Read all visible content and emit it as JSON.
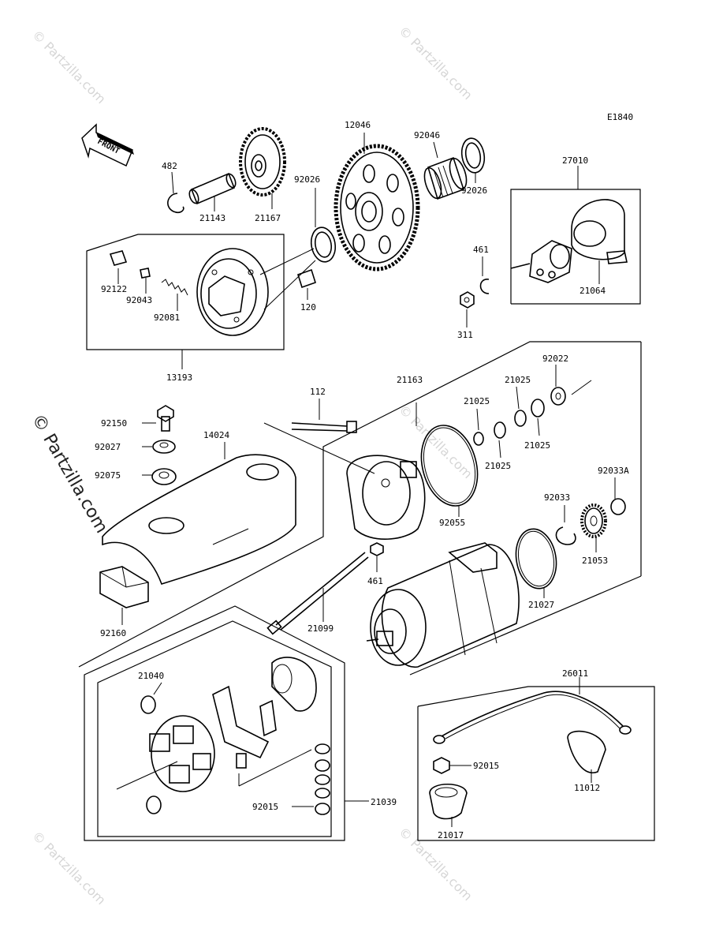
{
  "diagram": {
    "code": "E1840",
    "front_label": "FRONT",
    "watermark": "© Partzilla.com",
    "labels": {
      "p482": "482",
      "p21143": "21143",
      "p21167": "21167",
      "p12046": "12046",
      "p92046": "92046",
      "p92026a": "92026",
      "p92026b": "92026",
      "p27010": "27010",
      "p21064": "21064",
      "p461a": "461",
      "p311": "311",
      "p92122": "92122",
      "p92043": "92043",
      "p92081": "92081",
      "p120": "120",
      "p13193": "13193",
      "p112": "112",
      "p21163": "21163",
      "p92022": "92022",
      "p21025a": "21025",
      "p21025b": "21025",
      "p21025c": "21025",
      "p21025d": "21025",
      "p92150": "92150",
      "p92027": "92027",
      "p92075": "92075",
      "p14024": "14024",
      "p92055": "92055",
      "p92033": "92033",
      "p92033A": "92033A",
      "p21053": "21053",
      "p461b": "461",
      "p21099": "21099",
      "p21027": "21027",
      "p92160": "92160",
      "p21040": "21040",
      "p26011": "26011",
      "p92015a": "92015",
      "p11012": "11012",
      "p92015b": "92015",
      "p21039": "21039",
      "p21017": "21017"
    }
  }
}
